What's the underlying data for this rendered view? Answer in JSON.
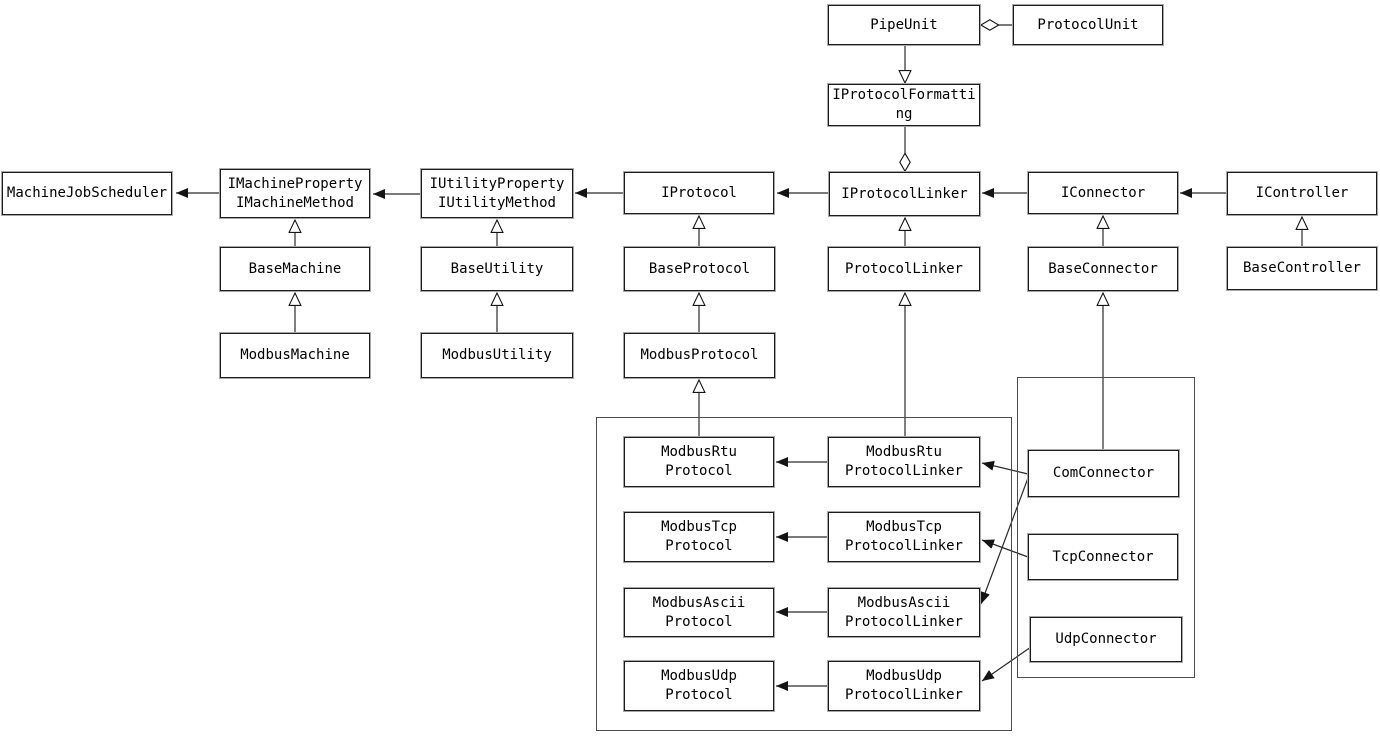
{
  "diagram": {
    "type": "uml-class-diagram",
    "background_color": "#ffffff",
    "line_color": "#1c1c1c",
    "nodes": {
      "machine_job_scheduler": {
        "lines": [
          "MachineJobScheduler"
        ]
      },
      "imachine": {
        "lines": [
          "IMachineProperty",
          "IMachineMethod"
        ]
      },
      "iutility": {
        "lines": [
          "IUtilityProperty",
          "IUtilityMethod"
        ]
      },
      "iprotocol": {
        "lines": [
          "IProtocol"
        ]
      },
      "iprotocol_linker": {
        "lines": [
          "IProtocolLinker"
        ]
      },
      "iconnector": {
        "lines": [
          "IConnector"
        ]
      },
      "icontroller": {
        "lines": [
          "IController"
        ]
      },
      "base_machine": {
        "lines": [
          "BaseMachine"
        ]
      },
      "base_utility": {
        "lines": [
          "BaseUtility"
        ]
      },
      "base_protocol": {
        "lines": [
          "BaseProtocol"
        ]
      },
      "protocol_linker": {
        "lines": [
          "ProtocolLinker"
        ]
      },
      "base_connector": {
        "lines": [
          "BaseConnector"
        ]
      },
      "base_controller": {
        "lines": [
          "BaseController"
        ]
      },
      "modbus_machine": {
        "lines": [
          "ModbusMachine"
        ]
      },
      "modbus_utility": {
        "lines": [
          "ModbusUtility"
        ]
      },
      "modbus_protocol": {
        "lines": [
          "ModbusProtocol"
        ]
      },
      "pipe_unit": {
        "lines": [
          "PipeUnit"
        ]
      },
      "protocol_unit": {
        "lines": [
          "ProtocolUnit"
        ]
      },
      "iprotocol_formatting": {
        "lines": [
          "IProtocolFormatting"
        ]
      },
      "modbus_rtu_protocol": {
        "lines": [
          "ModbusRtu",
          "Protocol"
        ]
      },
      "modbus_tcp_protocol": {
        "lines": [
          "ModbusTcp",
          "Protocol"
        ]
      },
      "modbus_ascii_protocol": {
        "lines": [
          "ModbusAscii",
          "Protocol"
        ]
      },
      "modbus_udp_protocol": {
        "lines": [
          "ModbusUdp",
          "Protocol"
        ]
      },
      "modbus_rtu_protocol_linker": {
        "lines": [
          "ModbusRtu",
          "ProtocolLinker"
        ]
      },
      "modbus_tcp_protocol_linker": {
        "lines": [
          "ModbusTcp",
          "ProtocolLinker"
        ]
      },
      "modbus_ascii_protocol_linker": {
        "lines": [
          "ModbusAscii",
          "ProtocolLinker"
        ]
      },
      "modbus_udp_protocol_linker": {
        "lines": [
          "ModbusUdp",
          "ProtocolLinker"
        ]
      },
      "com_connector": {
        "lines": [
          "ComConnector"
        ]
      },
      "tcp_connector": {
        "lines": [
          "TcpConnector"
        ]
      },
      "udp_connector": {
        "lines": [
          "UdpConnector"
        ]
      }
    },
    "relationships": [
      {
        "type": "aggregation",
        "owner": "PipeUnit",
        "part": "ProtocolUnit"
      },
      {
        "type": "realization",
        "from": "PipeUnit",
        "to": "IProtocolFormatting"
      },
      {
        "type": "aggregation",
        "owner": "IProtocolLinker",
        "part": "IProtocolFormatting"
      },
      {
        "type": "association",
        "from": "IMachineProperty/IMachineMethod",
        "to": "MachineJobScheduler"
      },
      {
        "type": "association",
        "from": "IUtilityProperty/IUtilityMethod",
        "to": "IMachineProperty/IMachineMethod"
      },
      {
        "type": "association",
        "from": "IProtocol",
        "to": "IUtilityProperty/IUtilityMethod"
      },
      {
        "type": "association",
        "from": "IProtocolLinker",
        "to": "IProtocol"
      },
      {
        "type": "association",
        "from": "IConnector",
        "to": "IProtocolLinker"
      },
      {
        "type": "association",
        "from": "IController",
        "to": "IConnector"
      },
      {
        "type": "inheritance",
        "child": "BaseMachine",
        "parent": "IMachineProperty/IMachineMethod"
      },
      {
        "type": "inheritance",
        "child": "ModbusMachine",
        "parent": "BaseMachine"
      },
      {
        "type": "inheritance",
        "child": "BaseUtility",
        "parent": "IUtilityProperty/IUtilityMethod"
      },
      {
        "type": "inheritance",
        "child": "ModbusUtility",
        "parent": "BaseUtility"
      },
      {
        "type": "inheritance",
        "child": "BaseProtocol",
        "parent": "IProtocol"
      },
      {
        "type": "inheritance",
        "child": "ModbusProtocol",
        "parent": "BaseProtocol"
      },
      {
        "type": "inheritance",
        "child": "ModbusRtuProtocol",
        "parent": "ModbusProtocol"
      },
      {
        "type": "inheritance",
        "child": "ProtocolLinker",
        "parent": "IProtocolLinker"
      },
      {
        "type": "inheritance",
        "child": "ModbusRtuProtocolLinker",
        "parent": "ProtocolLinker"
      },
      {
        "type": "inheritance",
        "child": "BaseConnector",
        "parent": "IConnector"
      },
      {
        "type": "inheritance",
        "child": "ComConnector",
        "parent": "BaseConnector"
      },
      {
        "type": "inheritance",
        "child": "BaseController",
        "parent": "IController"
      },
      {
        "type": "association",
        "from": "ModbusRtuProtocolLinker",
        "to": "ModbusRtuProtocol"
      },
      {
        "type": "association",
        "from": "ModbusTcpProtocolLinker",
        "to": "ModbusTcpProtocol"
      },
      {
        "type": "association",
        "from": "ModbusAsciiProtocolLinker",
        "to": "ModbusAsciiProtocol"
      },
      {
        "type": "association",
        "from": "ModbusUdpProtocolLinker",
        "to": "ModbusUdpProtocol"
      },
      {
        "type": "association",
        "from": "ComConnector",
        "to": "ModbusRtuProtocolLinker"
      },
      {
        "type": "association",
        "from": "ComConnector",
        "to": "ModbusAsciiProtocolLinker"
      },
      {
        "type": "association",
        "from": "TcpConnector",
        "to": "ModbusTcpProtocolLinker"
      },
      {
        "type": "association",
        "from": "UdpConnector",
        "to": "ModbusUdpProtocolLinker"
      }
    ]
  }
}
